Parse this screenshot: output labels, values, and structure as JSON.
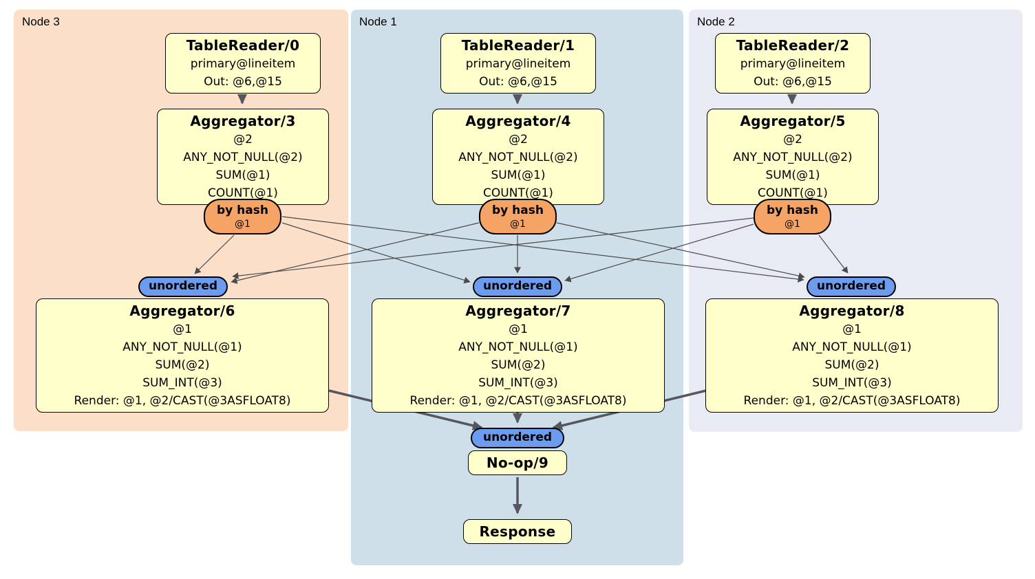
{
  "panels": [
    {
      "label": "Node 3"
    },
    {
      "label": "Node 1"
    },
    {
      "label": "Node 2"
    }
  ],
  "processors": {
    "tablereader0": {
      "title": "TableReader/0",
      "lines": [
        "primary@lineitem",
        "Out: @6,@15"
      ]
    },
    "tablereader1": {
      "title": "TableReader/1",
      "lines": [
        "primary@lineitem",
        "Out: @6,@15"
      ]
    },
    "tablereader2": {
      "title": "TableReader/2",
      "lines": [
        "primary@lineitem",
        "Out: @6,@15"
      ]
    },
    "aggregator3": {
      "title": "Aggregator/3",
      "lines": [
        "@2",
        "ANY_NOT_NULL(@2)",
        "SUM(@1)",
        "COUNT(@1)"
      ]
    },
    "aggregator4": {
      "title": "Aggregator/4",
      "lines": [
        "@2",
        "ANY_NOT_NULL(@2)",
        "SUM(@1)",
        "COUNT(@1)"
      ]
    },
    "aggregator5": {
      "title": "Aggregator/5",
      "lines": [
        "@2",
        "ANY_NOT_NULL(@2)",
        "SUM(@1)",
        "COUNT(@1)"
      ]
    },
    "aggregator6": {
      "title": "Aggregator/6",
      "lines": [
        "@1",
        "ANY_NOT_NULL(@1)",
        "SUM(@2)",
        "SUM_INT(@3)",
        "Render: @1, @2/CAST(@3ASFLOAT8)"
      ]
    },
    "aggregator7": {
      "title": "Aggregator/7",
      "lines": [
        "@1",
        "ANY_NOT_NULL(@1)",
        "SUM(@2)",
        "SUM_INT(@3)",
        "Render: @1, @2/CAST(@3ASFLOAT8)"
      ]
    },
    "aggregator8": {
      "title": "Aggregator/8",
      "lines": [
        "@1",
        "ANY_NOT_NULL(@1)",
        "SUM(@2)",
        "SUM_INT(@3)",
        "Render: @1, @2/CAST(@3ASFLOAT8)"
      ]
    },
    "noop9": {
      "title": "No-op/9"
    },
    "response": {
      "title": "Response"
    }
  },
  "router": {
    "label": "by hash",
    "detail": "@1"
  },
  "sync": {
    "label": "unordered"
  },
  "colors": {
    "panel_node3": "#FBDFC9",
    "panel_node1": "#CFDFE9",
    "panel_node2": "#E8EBF4",
    "processor_fill": "#FFFFCC",
    "router_fill": "#F5A466",
    "sync_fill": "#6C9CEF",
    "border": "#000000",
    "edge_thin": "#4A4A4A",
    "edge_thick": "#56565E"
  }
}
